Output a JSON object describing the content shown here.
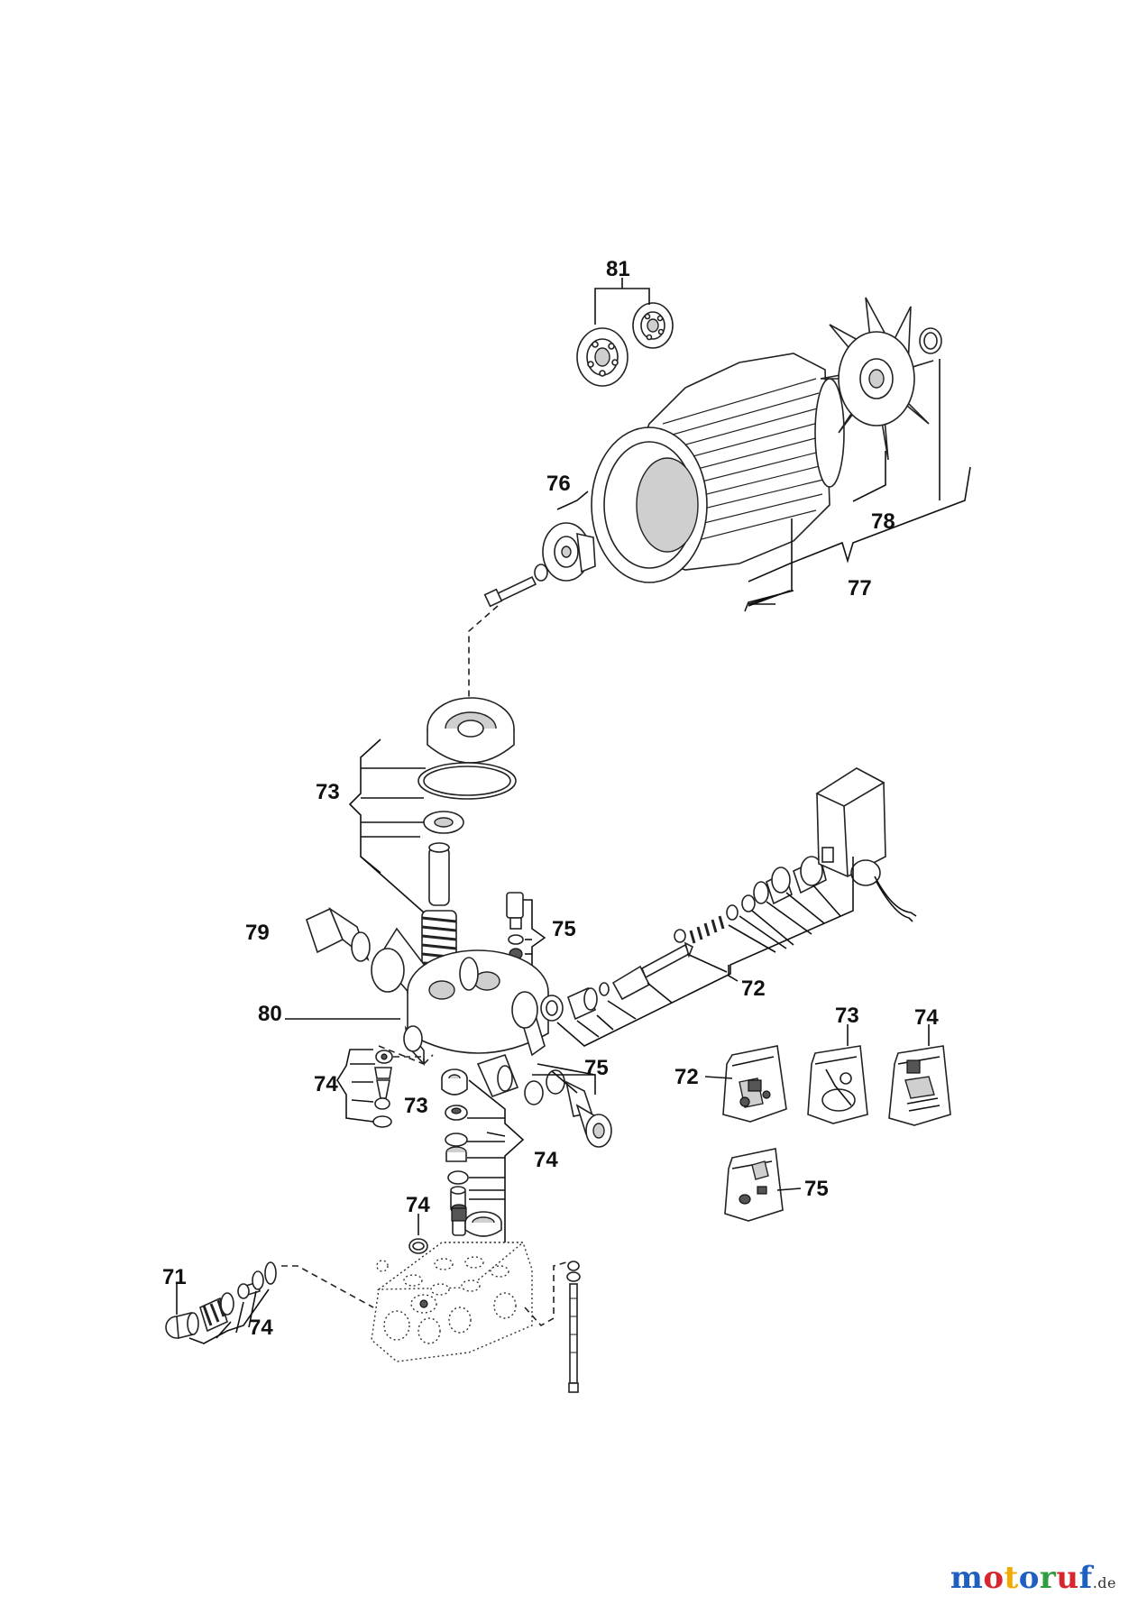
{
  "diagram": {
    "callouts": {
      "c81": "81",
      "c76": "76",
      "c78": "78",
      "c77": "77",
      "c73a": "73",
      "c79": "79",
      "c75a": "75",
      "c72a": "72",
      "c80": "80",
      "c74a": "74",
      "c73b": "73",
      "c75b": "75",
      "c74b": "74",
      "c74c": "74",
      "c71": "71",
      "c74d": "74",
      "c72b": "72",
      "c73c": "73",
      "c74e": "74",
      "c75c": "75"
    }
  },
  "watermark": {
    "letters": [
      "m",
      "o",
      "t",
      "o",
      "r",
      "u",
      "f"
    ],
    "colors": [
      "#1f5fbf",
      "#d8262e",
      "#f2a900",
      "#1f5fbf",
      "#2e9e3e",
      "#d8262e",
      "#1f5fbf"
    ],
    "domain": ".de"
  }
}
